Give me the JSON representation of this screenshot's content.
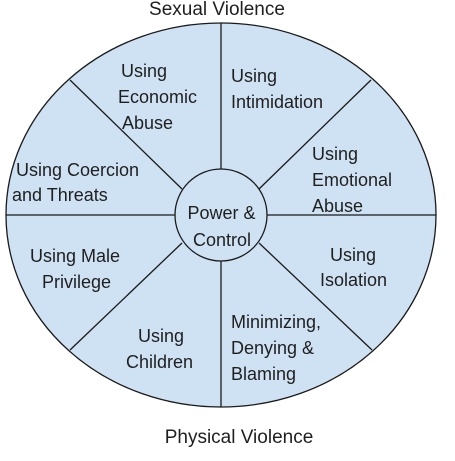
{
  "outer": {
    "top": "Sexual Violence",
    "bottom": "Physical Violence"
  },
  "hub": {
    "lines": [
      "Power &",
      "Control"
    ]
  },
  "segments": [
    {
      "id": "economic",
      "lines": [
        "Using",
        "Economic",
        "Abuse"
      ]
    },
    {
      "id": "intimidation",
      "lines": [
        "Using",
        "Intimidation"
      ]
    },
    {
      "id": "emotional",
      "lines": [
        "Using",
        "Emotional",
        "Abuse"
      ]
    },
    {
      "id": "isolation",
      "lines": [
        "Using",
        "Isolation"
      ]
    },
    {
      "id": "minimizing",
      "lines": [
        "Minimizing,",
        "Denying &",
        "Blaming"
      ]
    },
    {
      "id": "children",
      "lines": [
        "Using",
        "Children"
      ]
    },
    {
      "id": "male-privilege",
      "lines": [
        "Using Male",
        "Privilege"
      ]
    },
    {
      "id": "coercion",
      "lines": [
        "Using Coercion",
        "and Threats"
      ]
    }
  ],
  "colors": {
    "fill": "#cfe2f3",
    "stroke": "#1a1a1a"
  }
}
